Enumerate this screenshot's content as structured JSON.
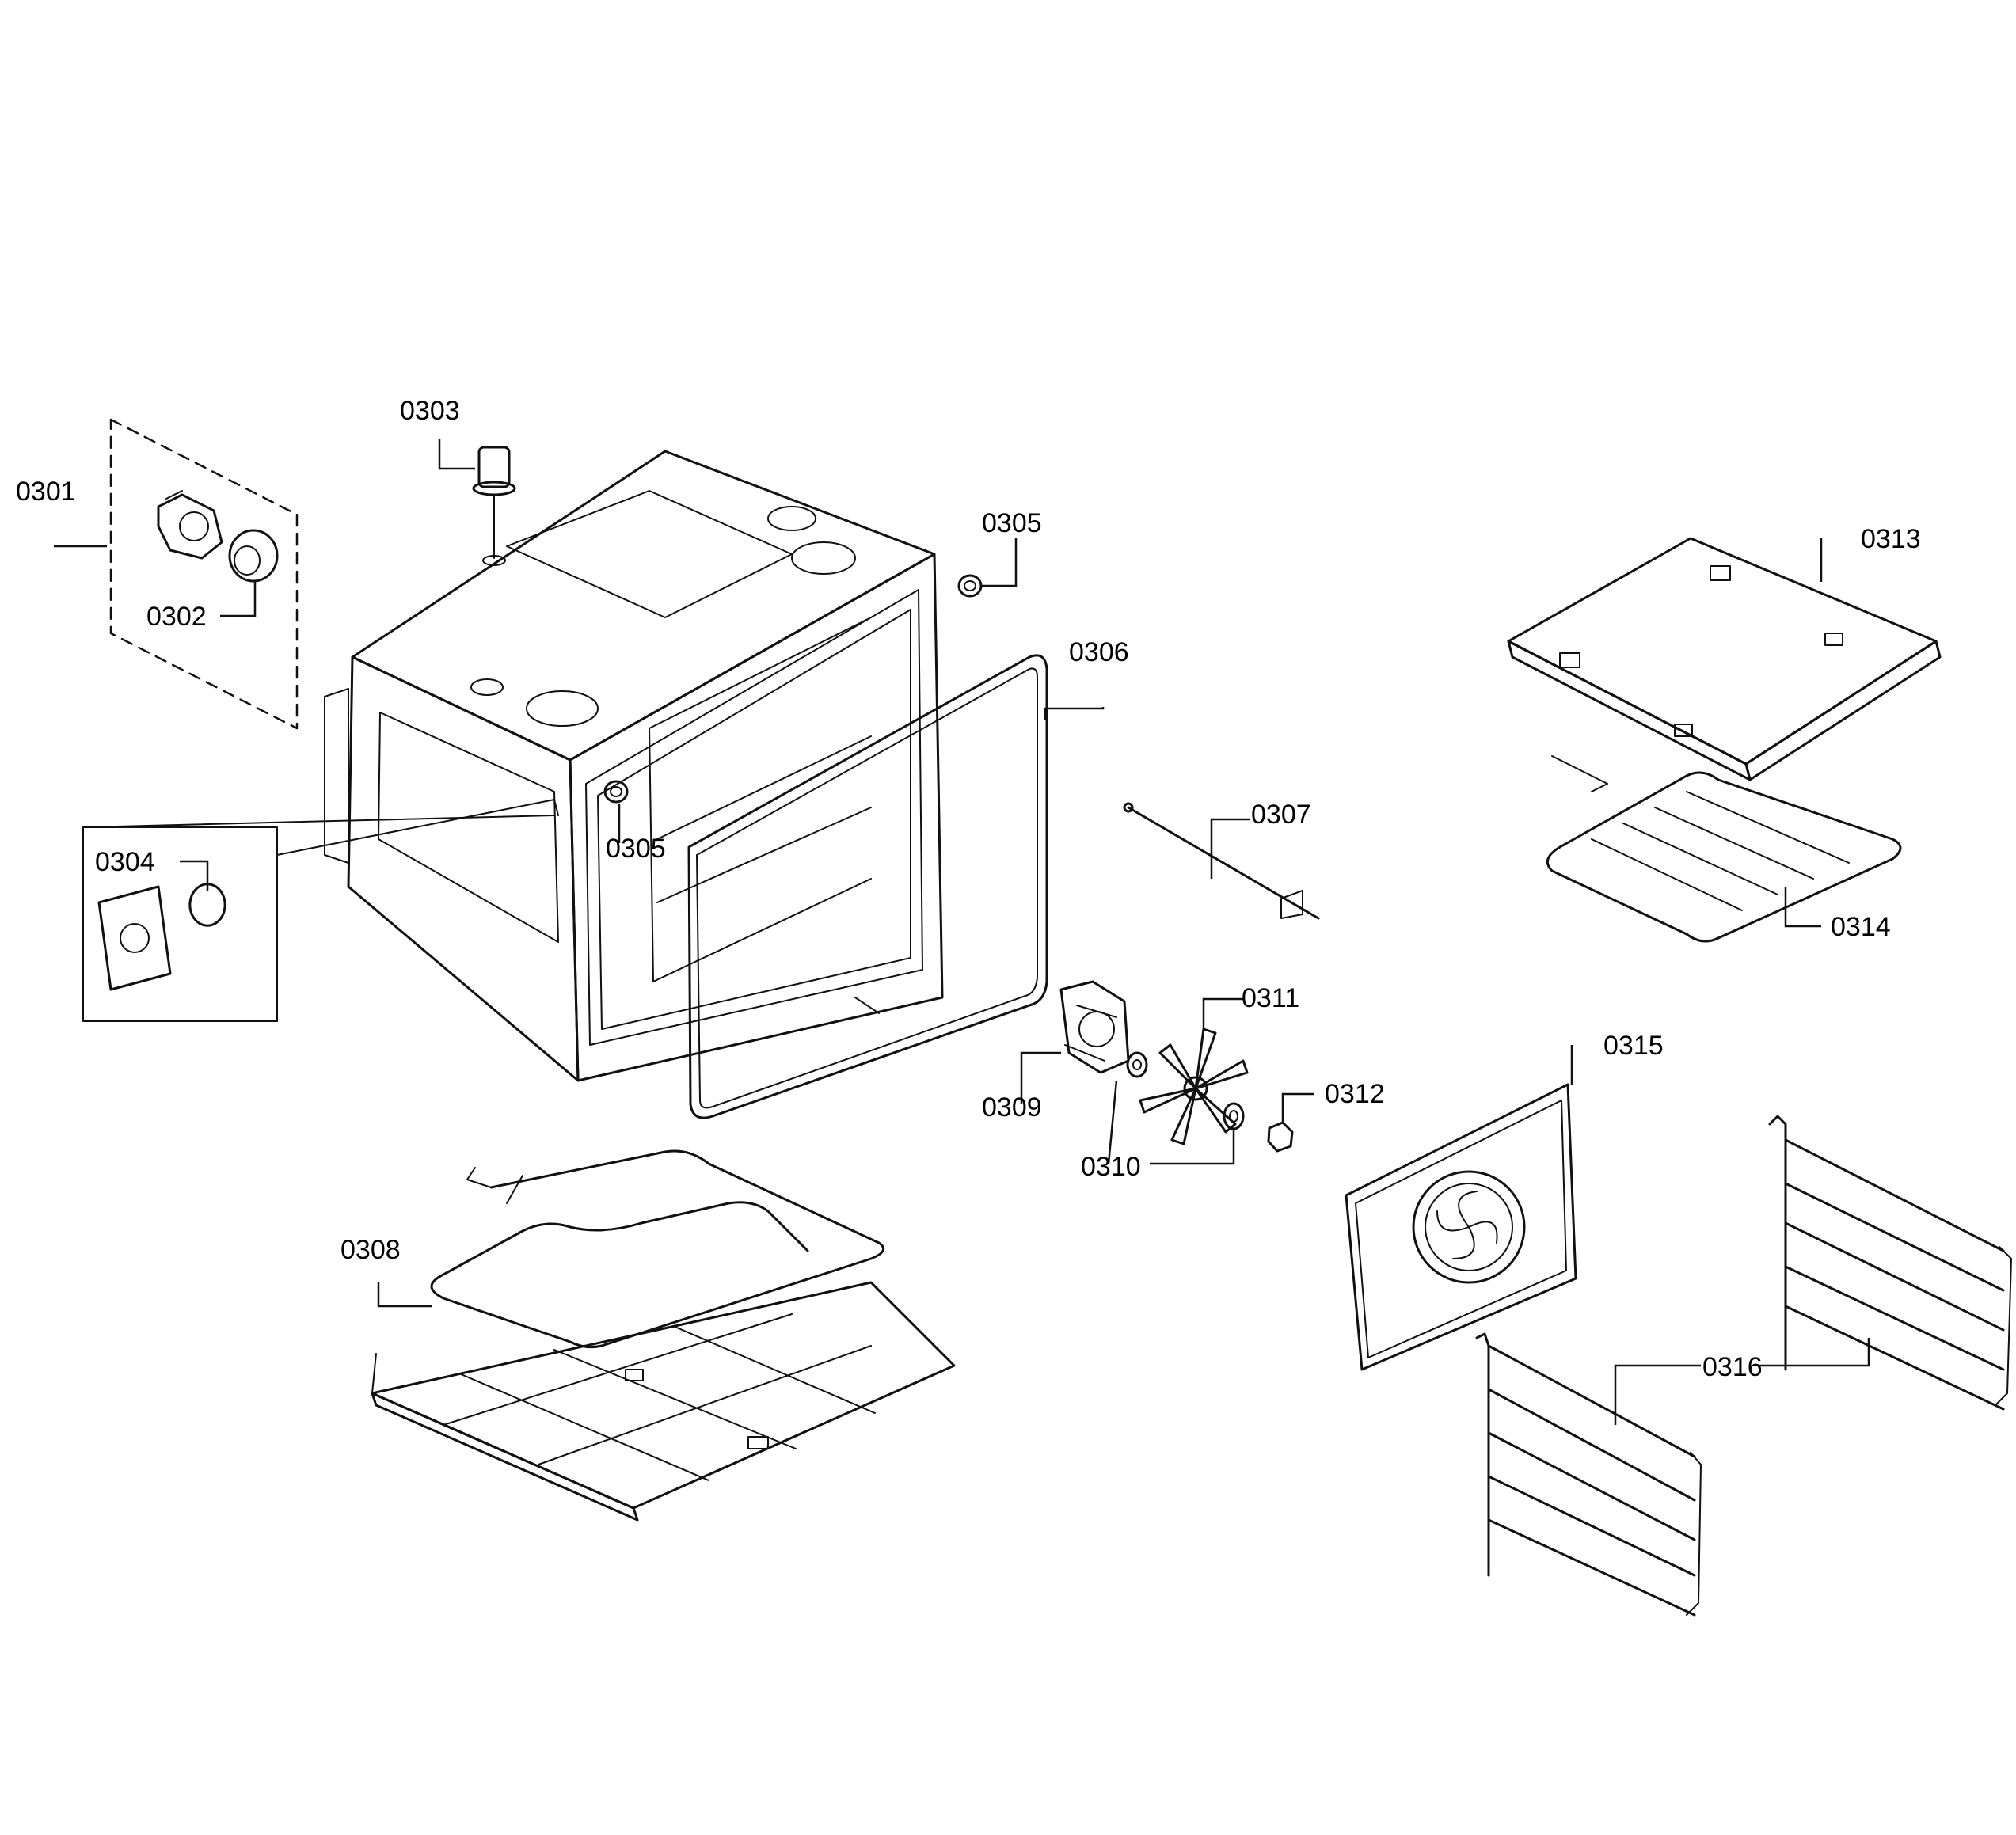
{
  "callouts": [
    {
      "id": "0301",
      "text": "0301"
    },
    {
      "id": "0302",
      "text": "0302"
    },
    {
      "id": "0303",
      "text": "0303"
    },
    {
      "id": "0304",
      "text": "0304"
    },
    {
      "id": "0305a",
      "text": "0305"
    },
    {
      "id": "0305b",
      "text": "0305"
    },
    {
      "id": "0306",
      "text": "0306"
    },
    {
      "id": "0307",
      "text": "0307"
    },
    {
      "id": "0308",
      "text": "0308"
    },
    {
      "id": "0309",
      "text": "0309"
    },
    {
      "id": "0310",
      "text": "0310"
    },
    {
      "id": "0311",
      "text": "0311"
    },
    {
      "id": "0312",
      "text": "0312"
    },
    {
      "id": "0313",
      "text": "0313"
    },
    {
      "id": "0314",
      "text": "0314"
    },
    {
      "id": "0315",
      "text": "0315"
    },
    {
      "id": "0316",
      "text": "0316"
    }
  ]
}
